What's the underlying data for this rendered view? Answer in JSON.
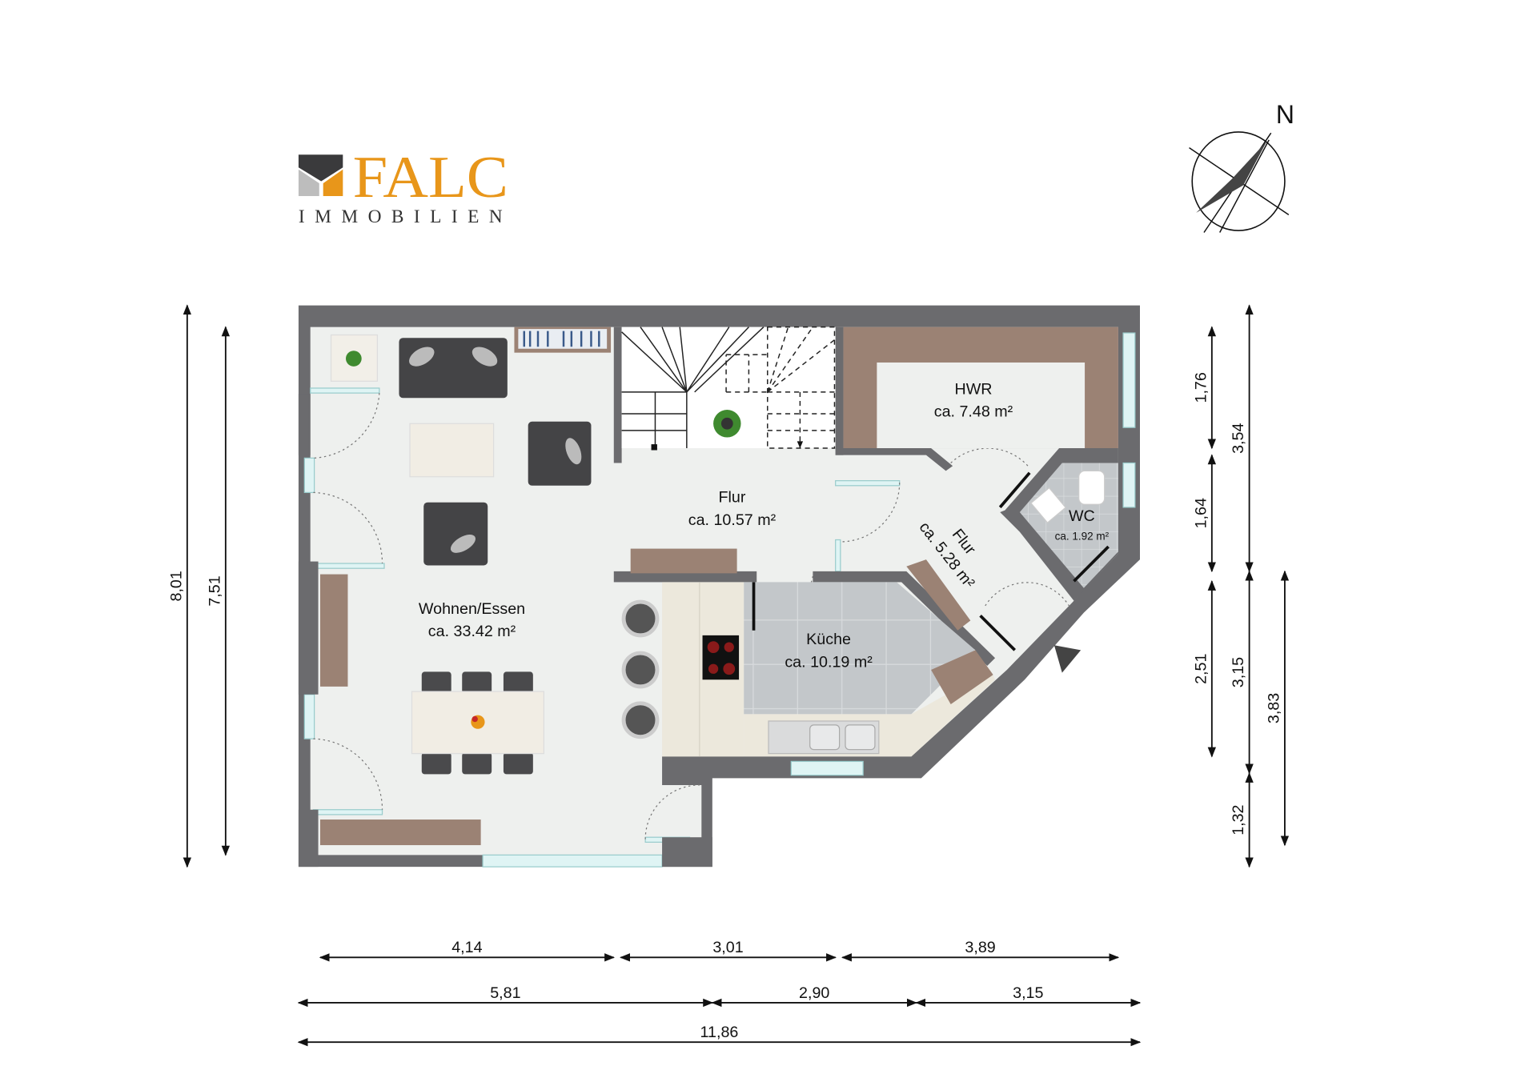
{
  "logo": {
    "brand": "FALC",
    "subtitle": "IMMOBILIEN",
    "colors": {
      "accent": "#e8961a",
      "dark": "#3a3a3c",
      "grey": "#bdbdbd"
    }
  },
  "compass": {
    "label": "N"
  },
  "rooms": {
    "wohnen": {
      "name": "Wohnen/Essen",
      "area": "ca. 33.42 m²"
    },
    "flur1": {
      "name": "Flur",
      "area": "ca. 10.57 m²"
    },
    "hwr": {
      "name": "HWR",
      "area": "ca. 7.48 m²"
    },
    "wc": {
      "name": "WC",
      "area": "ca. 1.92 m²"
    },
    "kueche": {
      "name": "Küche",
      "area": "ca. 10.19 m²"
    },
    "flur2": {
      "name": "Flur",
      "area": "ca. 5.28 m²"
    }
  },
  "dimensions": {
    "left": [
      "8,01",
      "7,51"
    ],
    "right": [
      "1,76",
      "1,64",
      "2,51",
      "3,54",
      "3,15",
      "1,32",
      "3,83"
    ],
    "bottom": [
      "4,14",
      "3,01",
      "3,89",
      "5,81",
      "2,90",
      "3,15",
      "11,86"
    ]
  },
  "colors": {
    "wall": "#6b6b6e",
    "floor": "#eef0ee",
    "tile": "#bfc3c6",
    "wood": "#9b8274",
    "window": "#dff4f4"
  }
}
